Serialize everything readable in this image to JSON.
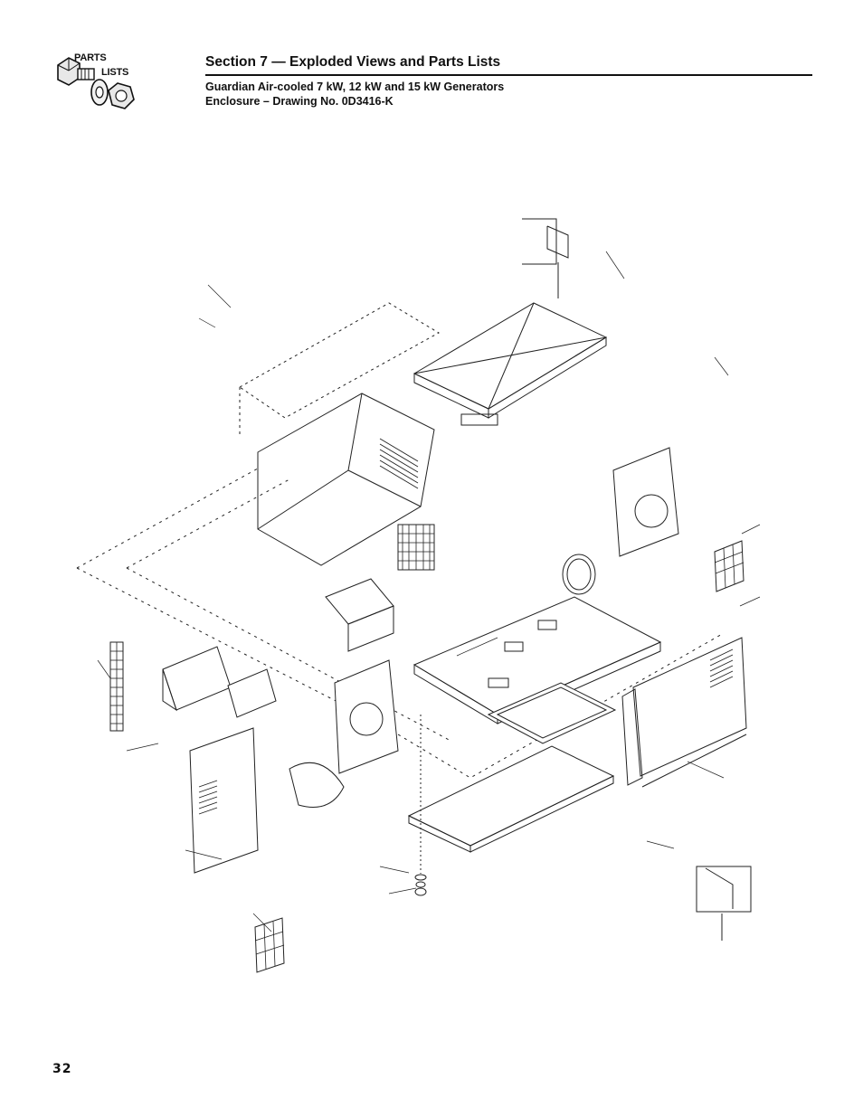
{
  "logo": {
    "line1": "PARTS",
    "line2": "LISTS",
    "icon": "bolt-washer-nut-icon"
  },
  "header": {
    "section_title": "Section 7 — Exploded Views and Parts Lists",
    "subtitle_line1": "Guardian Air-cooled 7 kW, 12 kW and 15 kW Generators",
    "subtitle_line2": "Enclosure – Drawing No. 0D3416-K"
  },
  "figure": {
    "icon": "exploded-view-drawing"
  },
  "page": {
    "number": "32"
  }
}
